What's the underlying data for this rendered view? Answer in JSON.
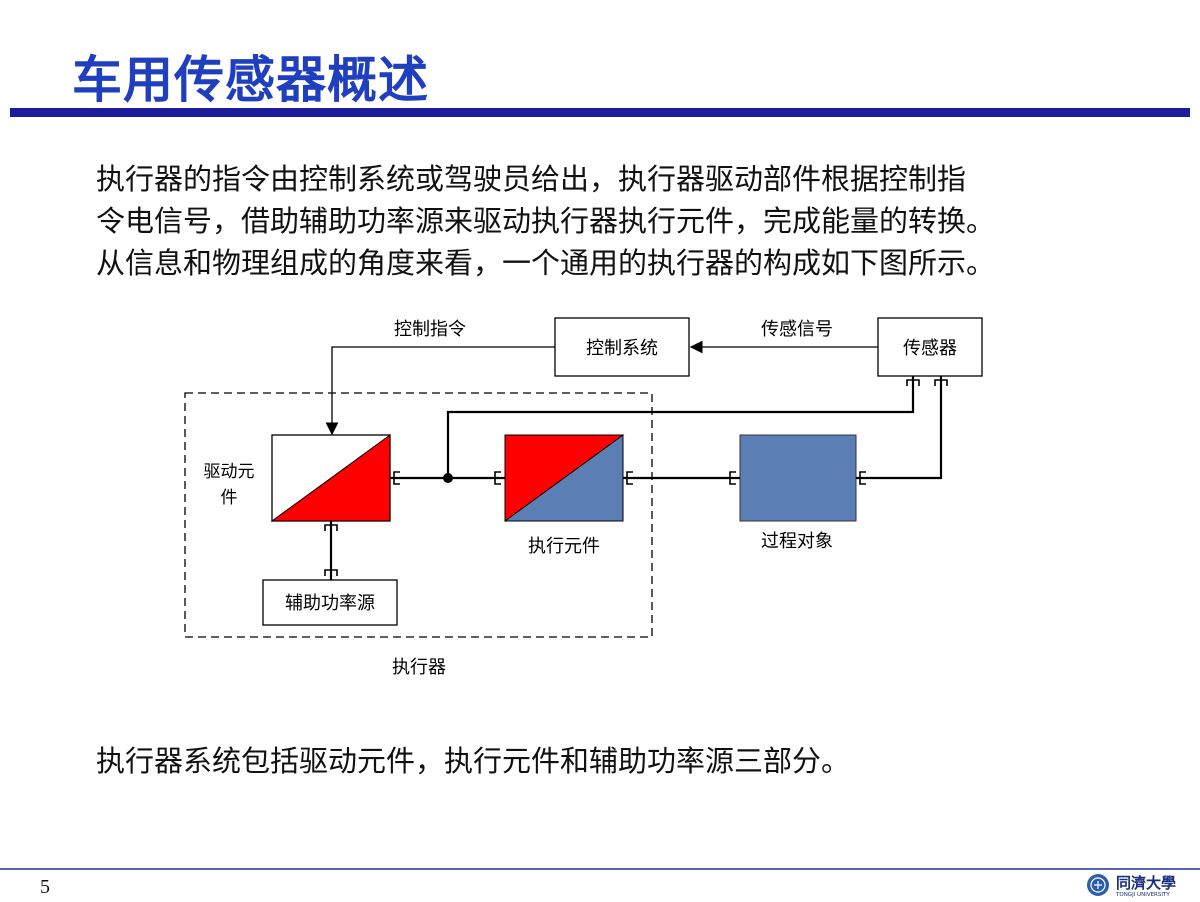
{
  "slide": {
    "title": "车用传感器概述",
    "intro_lines": [
      "执行器的指令由控制系统或驾驶员给出，执行器驱动部件根据控制指",
      "令电信号，借助辅助功率源来驱动执行器执行元件，完成能量的转换。",
      "从信息和物理组成的角度来看，一个通用的执行器的构成如下图所示。"
    ],
    "summary": "执行器系统包括驱动元件，执行元件和辅助功率源三部分。",
    "page_number": "5"
  },
  "diagram": {
    "control_command_label": "控制指令",
    "control_system": "控制系统",
    "sensing_signal_label": "传感信号",
    "sensor": "传感器",
    "drive_element_line1": "驱动元",
    "drive_element_line2": "件",
    "actuating_element": "执行元件",
    "process_object": "过程对象",
    "auxiliary_power": "辅助功率源",
    "actuator_group": "执行器"
  },
  "logo": {
    "name": "同济大学",
    "subtitle": "TONGJI UNIVERSITY"
  },
  "colors": {
    "title": "#1f3fbf",
    "rule": "#1c1c9c",
    "red": "#ff0000",
    "steel_blue": "#5b7fb4"
  }
}
